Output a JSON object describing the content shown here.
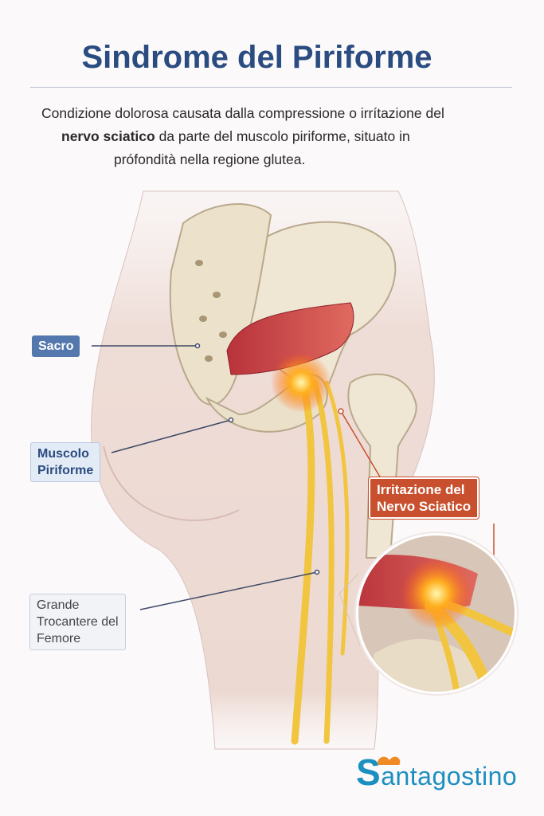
{
  "title": "Sindrome del Piriforme",
  "description": {
    "line1": "Condizione dolorosa causata dalla compressione o irrítazione del",
    "line2_bold": "nervo sciatico",
    "line2_rest": " da parte del muscolo piriforme, situato in",
    "line3": "prófondità nella regione glutea."
  },
  "labels": {
    "sacro": "Sacro",
    "muscolo_line1": "Muscolo",
    "muscolo_line2": "Piriforme",
    "trocantere_line1": "Grande",
    "trocantere_line2": "Trocantere del",
    "trocantere_line3": "Femore",
    "irritazione_line1": "Irritazione del",
    "irritazione_line2": "Nervo Sciatico"
  },
  "logo": {
    "initial": "S",
    "rest": "antagostino",
    "full": "Santagostino"
  },
  "colors": {
    "title": "#2b4c80",
    "accent_red": "#c8502e",
    "logo_blue": "#1b8fc0",
    "logo_orange": "#f08a24"
  }
}
